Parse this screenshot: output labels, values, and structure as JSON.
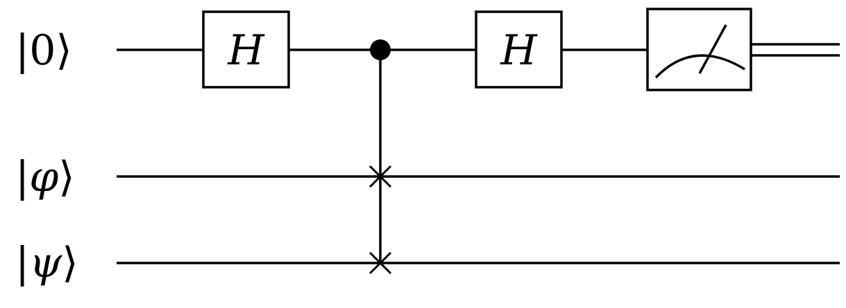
{
  "qubits": [
    {
      "state": "0"
    },
    {
      "state": "φ"
    },
    {
      "state": "ψ"
    }
  ],
  "gates": {
    "h1": {
      "label": "H",
      "target_qubit": 0
    },
    "cswap": {
      "control_qubit": 0,
      "swap_qubits": [
        1,
        2
      ]
    },
    "h2": {
      "label": "H",
      "target_qubit": 0
    },
    "measure": {
      "target_qubit": 0,
      "output": "classical"
    }
  },
  "colors": {
    "line": "#000000",
    "background": "#ffffff"
  }
}
